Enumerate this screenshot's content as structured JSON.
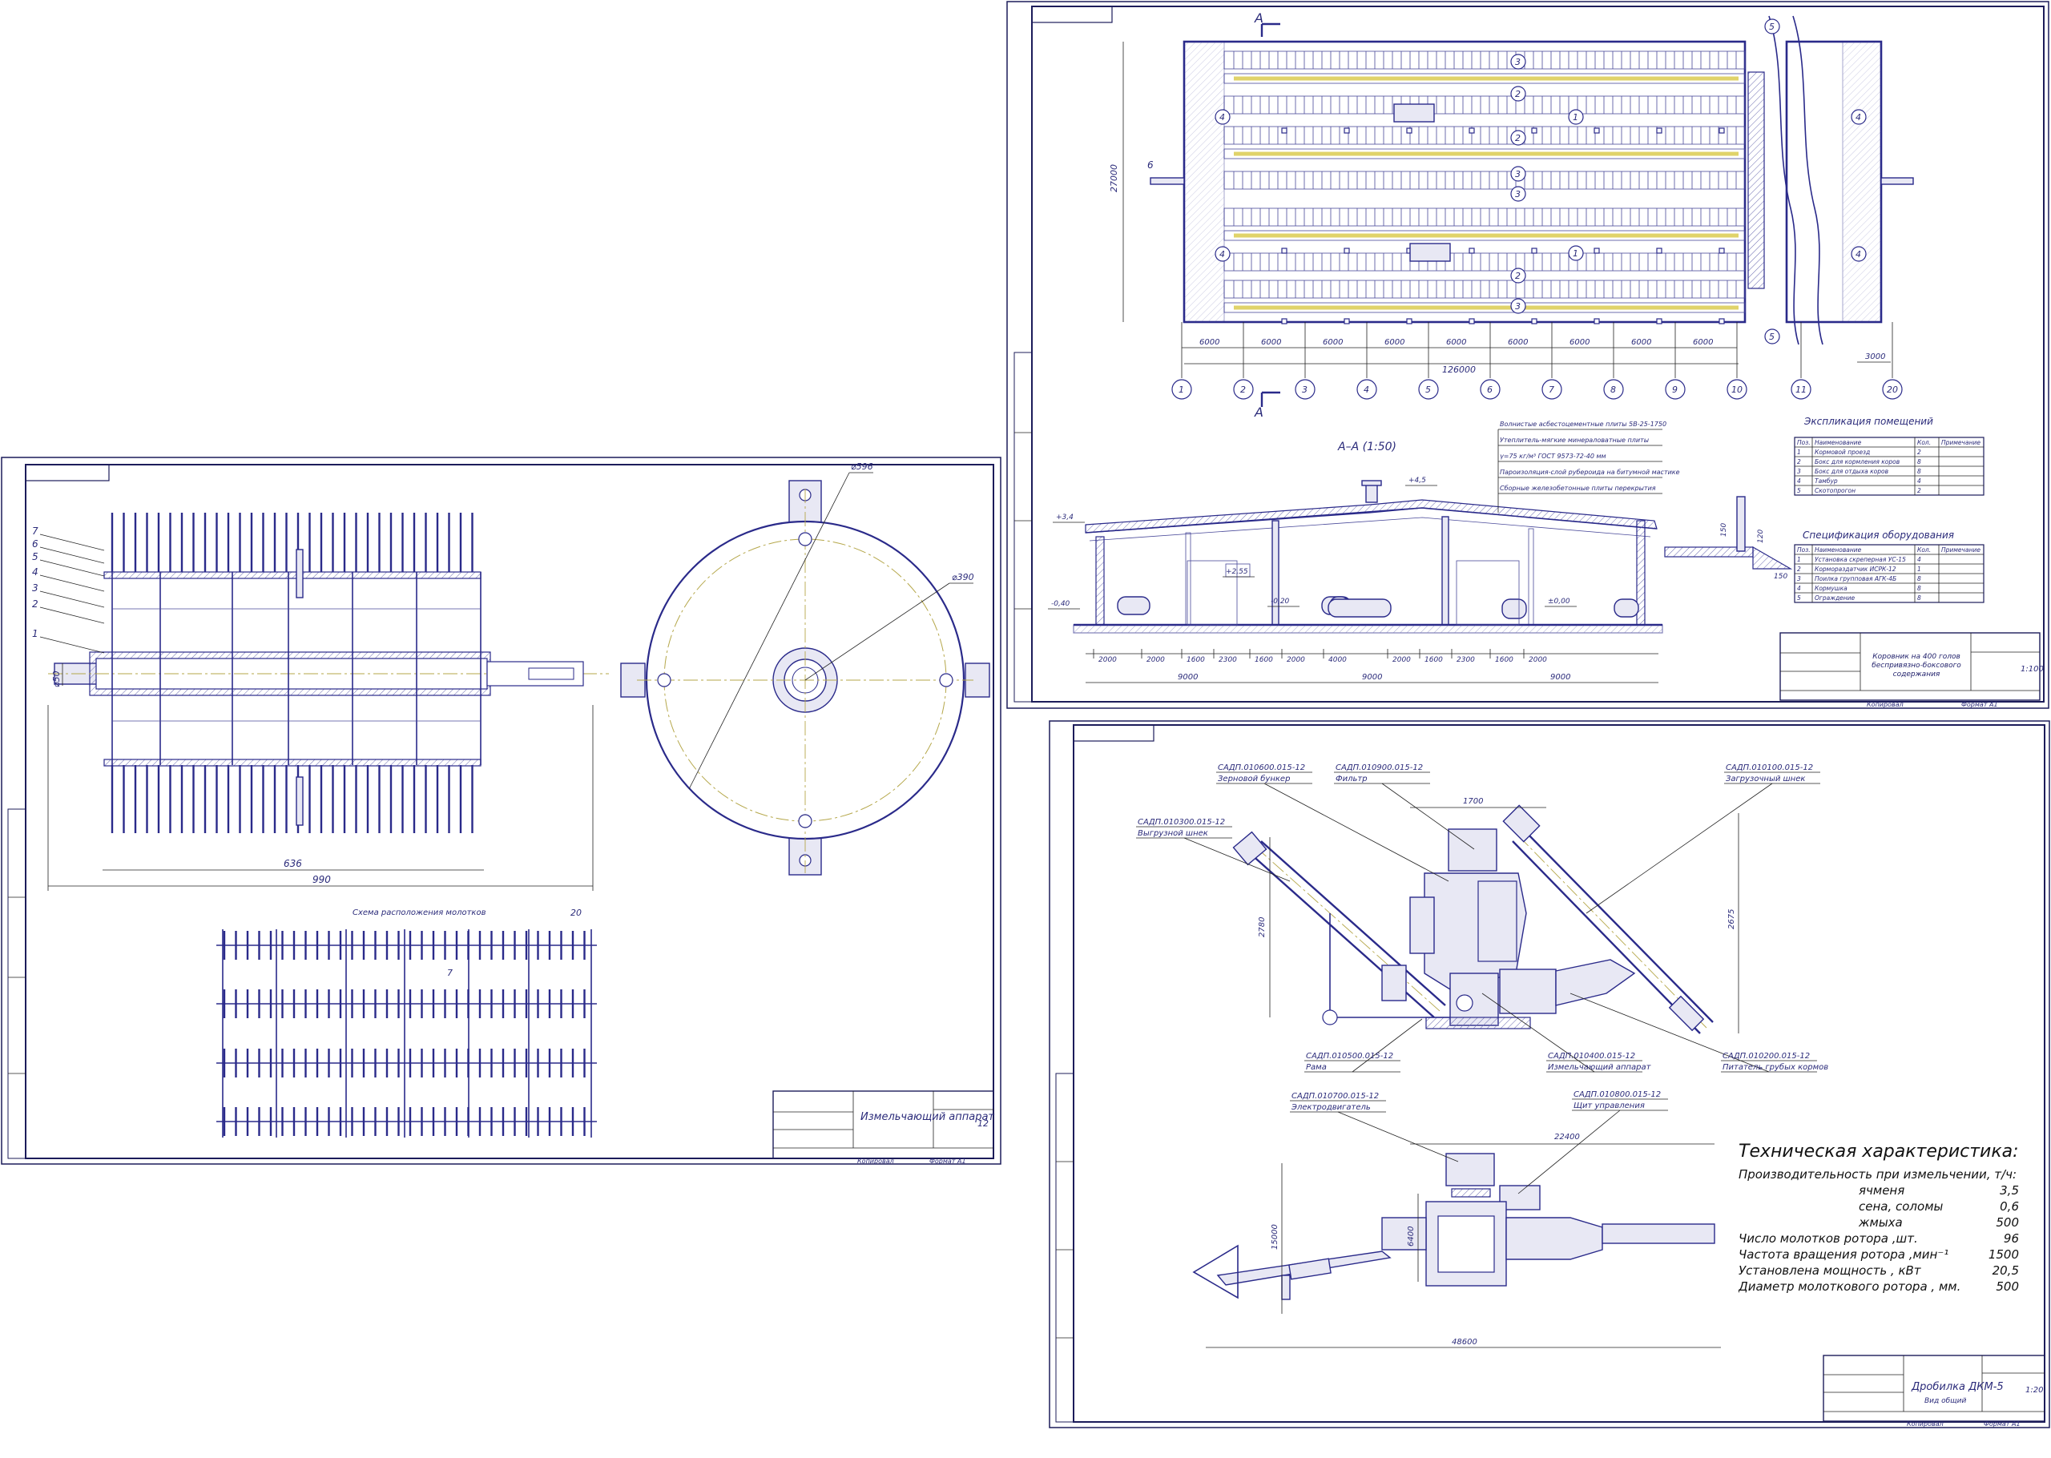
{
  "sheet_hammer": {
    "title": "Измельчающий аппарат",
    "sheet_no": "12",
    "sub_title": "Схема расположения молотков",
    "dim_d590": "⌀596",
    "dim_d390": "⌀390",
    "dim_990": "990",
    "dim_636": "636",
    "dim_d50": "⌀50",
    "dim_20": "20",
    "dim_7": "7",
    "labels": [
      "7",
      "6",
      "5",
      "4",
      "3",
      "2",
      "1"
    ],
    "stamp_copy": "Копировал",
    "stamp_format": "Формат  А1"
  },
  "sheet_barn": {
    "title": "Коровник на 400 голов беспривязно-боксового содержания",
    "scale": "1:100",
    "section_title": "А–А (1:50)",
    "section_mark": "А",
    "dim_total": "126000",
    "dim_width": "27000",
    "dim_3000": "3000",
    "spans": [
      "6000",
      "6000",
      "6000",
      "6000",
      "6000",
      "6000",
      "6000",
      "6000",
      "6000"
    ],
    "axes": [
      "1",
      "2",
      "3",
      "4",
      "5",
      "6",
      "7",
      "8",
      "9",
      "10",
      "11",
      "20"
    ],
    "bottom_dims": [
      "2000",
      "2000",
      "1600",
      "2300",
      "1600",
      "2000",
      "4000",
      "2000",
      "1600",
      "2300",
      "1600",
      "2000"
    ],
    "bottom_dims2": [
      "9000",
      "9000",
      "9000"
    ],
    "levels": [
      "+3,4",
      "+4,5",
      "+2,55",
      "-0,20",
      "±0,00",
      "-0,40"
    ],
    "roof_notes": [
      "Волнистые асбестоцементные плиты 5В-25-1750",
      "Утеплитель-мягкие минераловатные плиты",
      "γ=75 кг/м³ ГОСТ 9573-72-40 мм",
      "Пароизоляция-слой рубероида на битумной мастике",
      "Сборные железобетонные плиты перекрытия"
    ],
    "rooms_title": "Экспликация помещений",
    "rooms_head": [
      "Поз.",
      "Наименование",
      "Кол.",
      "Примечание"
    ],
    "rooms": [
      [
        "1",
        "Кормовой проезд",
        "2",
        ""
      ],
      [
        "2",
        "Бокс для кормления коров",
        "8",
        ""
      ],
      [
        "3",
        "Бокс для отдыха коров",
        "8",
        ""
      ],
      [
        "4",
        "Тамбур",
        "4",
        ""
      ],
      [
        "5",
        "Скотопрогон",
        "2",
        ""
      ]
    ],
    "equip_title": "Спецификация оборудования",
    "equip_head": [
      "Поз.",
      "Наименование",
      "Кол.",
      "Примечание"
    ],
    "equip": [
      [
        "1",
        "Установка скреперная УС-15",
        "4",
        ""
      ],
      [
        "2",
        "Кормораздатчик ИСРК-12",
        "1",
        ""
      ],
      [
        "3",
        "Поилка групповая АГК-4Б",
        "8",
        ""
      ],
      [
        "4",
        "Кормушка",
        "8",
        ""
      ],
      [
        "5",
        "Ограждение",
        "8",
        ""
      ]
    ],
    "plan_marks": [
      "3",
      "2",
      "1",
      "4",
      "5",
      "6"
    ],
    "dim_150": "150",
    "dim_120": "120",
    "stamp_copy": "Копировал",
    "stamp_format": "Формат  А1"
  },
  "sheet_crusher": {
    "title": "Дробилка ДКМ-5",
    "subtitle": "Вид общий",
    "scale": "1:20",
    "callouts": [
      {
        "code": "САДП.010600.015-12",
        "name": "Зерновой бункер"
      },
      {
        "code": "САДП.010900.015-12",
        "name": "Фильтр"
      },
      {
        "code": "САДП.010100.015-12",
        "name": "Загрузочный шнек"
      },
      {
        "code": "САДП.010300.015-12",
        "name": "Выгрузной шнек"
      },
      {
        "code": "САДП.010500.015-12",
        "name": "Рама"
      },
      {
        "code": "САДП.010400.015-12",
        "name": "Измельчающий аппарат"
      },
      {
        "code": "САДП.010200.015-12",
        "name": "Питатель грубых кормов"
      },
      {
        "code": "САДП.010700.015-12",
        "name": "Электродвигатель"
      },
      {
        "code": "САДП.010800.015-12",
        "name": "Щит управления"
      }
    ],
    "dims": {
      "d1700": "1700",
      "d2780": "2780",
      "d2675": "2675",
      "d2400": "22400",
      "d6400": "6400",
      "d15000": "15000",
      "d4860": "48600"
    },
    "spec_title": "Техническая характеристика:",
    "spec_rows": [
      {
        "label": "Производительность при измельчении, т/ч:",
        "value": ""
      },
      {
        "label": "ячменя",
        "value": "3,5"
      },
      {
        "label": "сена, соломы",
        "value": "0,6"
      },
      {
        "label": "жмыха",
        "value": "500"
      },
      {
        "label": "Число молотков ротора ,шт.",
        "value": "96"
      },
      {
        "label": "Частота вращения ротора ,мин⁻¹",
        "value": "1500"
      },
      {
        "label": "Установлена мощность , кВт",
        "value": "20,5"
      },
      {
        "label": "Диаметр молоткового ротора , мм.",
        "value": "500"
      }
    ],
    "stamp_copy": "Копировал",
    "stamp_format": "Формат  А1"
  },
  "colors": {
    "ink": "#2a2a8a",
    "axis": "#b5a74a",
    "frame": "#1c1c5a",
    "hatch": "#6a6ab0"
  }
}
